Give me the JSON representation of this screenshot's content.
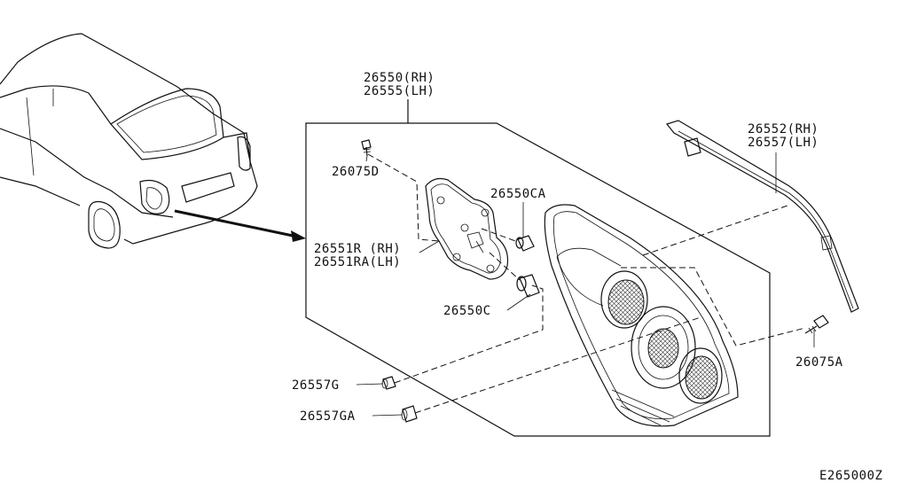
{
  "diagram": {
    "callouts": {
      "lamp_assembly": [
        "26550(RH)",
        "26555(LH)"
      ],
      "finisher": [
        "26552(RH)",
        "26557(LH)"
      ],
      "screw_d": "26075D",
      "bulb_ca": "26550CA",
      "socket_plate": [
        "26551R (RH)",
        "26551RA(LH)"
      ],
      "bulb_c": "26550C",
      "screw_a": "26075A",
      "grommet_g": "26557G",
      "grommet_ga": "26557GA"
    },
    "figure_code": "E265000Z"
  }
}
